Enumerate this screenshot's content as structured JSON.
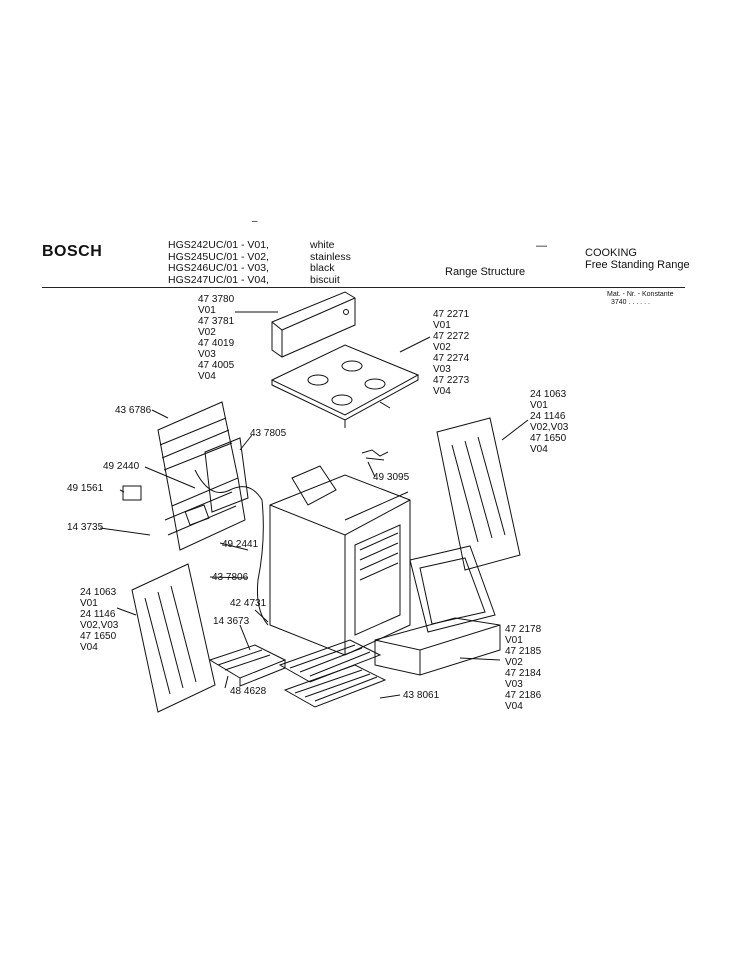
{
  "header": {
    "brand": "BOSCH",
    "models": [
      "HGS242UC/01 - V01,",
      "HGS245UC/01 - V02,",
      "HGS246UC/01 - V03,",
      "HGS247UC/01 - V04,"
    ],
    "colors": [
      "white",
      "stainless",
      "black",
      "biscuit"
    ],
    "section": "Range Structure",
    "category": "COOKING",
    "subcategory": "Free Standing Range",
    "dash": "—",
    "top_dash": "–",
    "matnr_label": "Mat. - Nr. - Konstante",
    "matnr_value": "3740 . . . . . ."
  },
  "callouts": {
    "backguard": [
      "47 3780",
      "V01",
      "47 3781",
      "V02",
      "47 4019",
      "V03",
      "47 4005",
      "V04"
    ],
    "cooktop": [
      "47 2271",
      "V01",
      "47 2272",
      "V02",
      "47 2274",
      "V03",
      "47 2273",
      "V04"
    ],
    "rear_panel": "43 6786",
    "inner_panel": "43 7805",
    "harness": "49 3095",
    "side_right": [
      "24 1063",
      "V01",
      "24 1146",
      "V02,V03",
      "47 1650",
      "V04"
    ],
    "cable": "49 2440",
    "cover": "49 1561",
    "cover2": "14 3735",
    "cable2": "49 2441",
    "bracket": "43 7806",
    "side_left": [
      "24 1063",
      "V01",
      "24 1146",
      "V02,V03",
      "47 1650",
      "V04"
    ],
    "hinge": "42 4731",
    "broil_pan": "14 3673",
    "broil_grid": "48 4628",
    "racks": "43 8061",
    "drawer": [
      "47 2178",
      "V01",
      "47 2185",
      "V02",
      "47 2184",
      "V03",
      "47 2186",
      "V04"
    ]
  }
}
